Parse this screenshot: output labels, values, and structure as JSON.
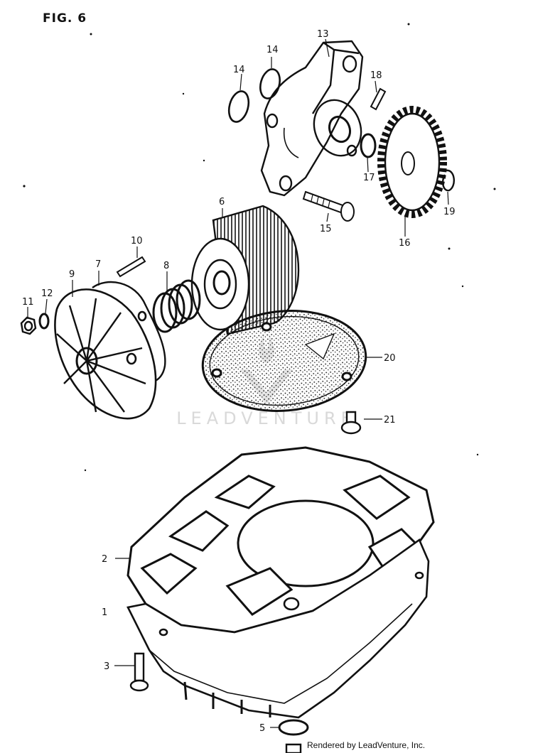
{
  "figure": {
    "title": "FIG. 6"
  },
  "watermark": {
    "text": "LEADVENTURE"
  },
  "credit": {
    "text": "Rendered by LeadVenture, Inc."
  },
  "callouts": [
    {
      "id": "1",
      "label": "1"
    },
    {
      "id": "2",
      "label": "2"
    },
    {
      "id": "3",
      "label": "3"
    },
    {
      "id": "5",
      "label": "5"
    },
    {
      "id": "6",
      "label": "6"
    },
    {
      "id": "7",
      "label": "7"
    },
    {
      "id": "8",
      "label": "8"
    },
    {
      "id": "9",
      "label": "9"
    },
    {
      "id": "10",
      "label": "10"
    },
    {
      "id": "11",
      "label": "11"
    },
    {
      "id": "12",
      "label": "12"
    },
    {
      "id": "13",
      "label": "13"
    },
    {
      "id": "14",
      "label": "14"
    },
    {
      "id": "14c",
      "label": "14"
    },
    {
      "id": "15",
      "label": "15"
    },
    {
      "id": "16",
      "label": "16"
    },
    {
      "id": "17",
      "label": "17"
    },
    {
      "id": "18",
      "label": "18"
    },
    {
      "id": "19",
      "label": "19"
    },
    {
      "id": "20",
      "label": "20"
    },
    {
      "id": "21",
      "label": "21"
    }
  ],
  "colors": {
    "ink": "#111111",
    "paper": "#ffffff",
    "watermark": "#d9d9d9"
  }
}
